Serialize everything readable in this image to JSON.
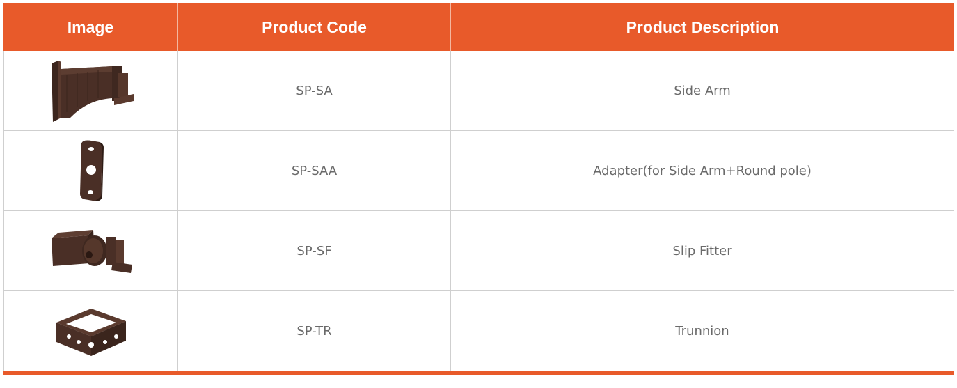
{
  "header": {
    "image": "Image",
    "code": "Product Code",
    "description": "Product Description"
  },
  "rows": [
    {
      "code": "SP-SA",
      "description": "Side Arm",
      "icon": "side-arm-bracket-icon"
    },
    {
      "code": "SP-SAA",
      "description": "Adapter(for Side Arm+Round pole)",
      "icon": "adapter-plate-icon"
    },
    {
      "code": "SP-SF",
      "description": "Slip Fitter",
      "icon": "slip-fitter-icon"
    },
    {
      "code": "SP-TR",
      "description": "Trunnion",
      "icon": "trunnion-bracket-icon"
    }
  ],
  "colors": {
    "header_bg": "#e85a2a",
    "header_text": "#ffffff",
    "cell_text": "#6a6a6a",
    "product": "#4a2f26"
  }
}
